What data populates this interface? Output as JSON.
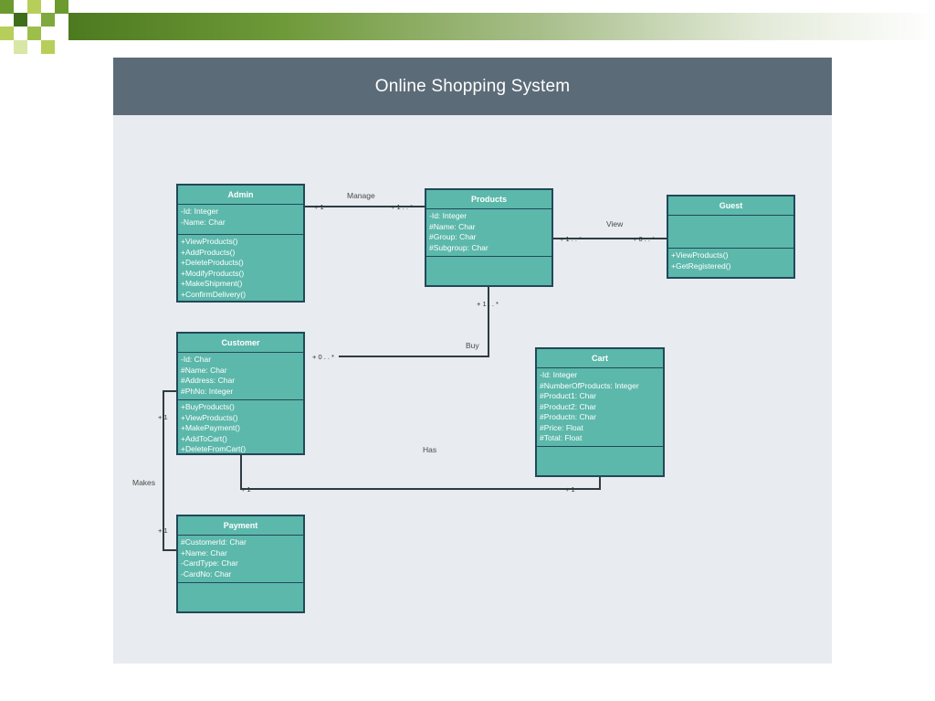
{
  "title": "Online Shopping System",
  "colors": {
    "header": "#5c6b78",
    "class_fill": "#5cb8ab",
    "class_border": "#22485a",
    "canvas": "#e8ebef",
    "accent_green": "#6b9a2f"
  },
  "classes": {
    "admin": {
      "name": "Admin",
      "attributes": [
        "-Id: Integer",
        "-Name: Char"
      ],
      "operations": [
        "+ViewProducts()",
        "+AddProducts()",
        "+DeleteProducts()",
        "+ModifyProducts()",
        "+MakeShipment()",
        "+ConfirmDelivery()"
      ]
    },
    "products": {
      "name": "Products",
      "attributes": [
        "-Id: Integer",
        "#Name: Char",
        "#Group: Char",
        "#Subgroup: Char"
      ],
      "operations": []
    },
    "guest": {
      "name": "Guest",
      "attributes": [],
      "operations": [
        "+ViewProducts()",
        "+GetRegistered()"
      ]
    },
    "customer": {
      "name": "Customer",
      "attributes": [
        "-Id: Char",
        "#Name: Char",
        "#Address: Char",
        "#PhNo: Integer"
      ],
      "operations": [
        "+BuyProducts()",
        "+ViewProducts()",
        "+MakePayment()",
        "+AddToCart()",
        "+DeleteFromCart()"
      ]
    },
    "cart": {
      "name": "Cart",
      "attributes": [
        "-Id: Integer",
        "#NumberOfProducts: Integer",
        "#Product1: Char",
        "#Product2: Char",
        "#Productn: Char",
        "#Price: Float",
        "#Total: Float"
      ],
      "operations": []
    },
    "payment": {
      "name": "Payment",
      "attributes": [
        "#CustomerId: Char",
        "+Name: Char",
        "-CardType: Char",
        "-CardNo: Char"
      ],
      "operations": []
    }
  },
  "relations": {
    "manage": {
      "label": "Manage",
      "from_mult": "+ 1",
      "to_mult": "+ 1 . . *"
    },
    "view": {
      "label": "View",
      "from_mult": "+ 1 . . *",
      "to_mult": "+ 0 . . *"
    },
    "buy": {
      "label": "Buy",
      "from_mult": "+ 0 . . *",
      "to_mult": "+ 1 . . *"
    },
    "has": {
      "label": "Has",
      "from_mult": "+ 1",
      "to_mult": "+ 1"
    },
    "makes": {
      "label": "Makes",
      "from_mult": "+ 1",
      "to_mult": "+ 1"
    }
  }
}
